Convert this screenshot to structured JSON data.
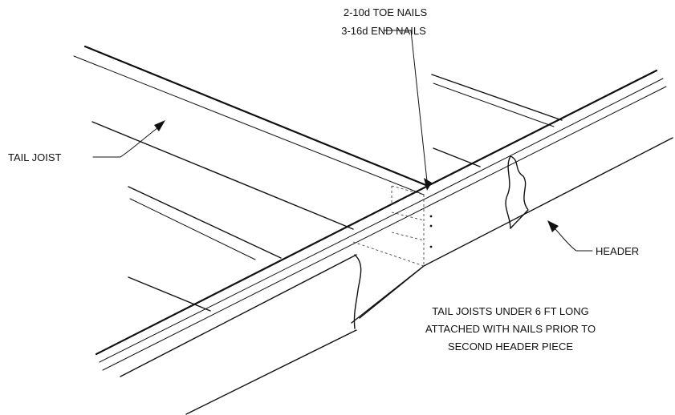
{
  "labels": {
    "toe_nails": "2-10d TOE NAILS",
    "end_nails": "3-16d END NAILS",
    "tail_joist": "TAIL JOIST",
    "header": "HEADER",
    "note_line1": "TAIL JOISTS UNDER 6 FT LONG",
    "note_line2": "ATTACHED WITH NAILS PRIOR TO",
    "note_line3": "SECOND HEADER PIECE"
  },
  "colors": {
    "ink": "#111111",
    "background": "#ffffff"
  }
}
